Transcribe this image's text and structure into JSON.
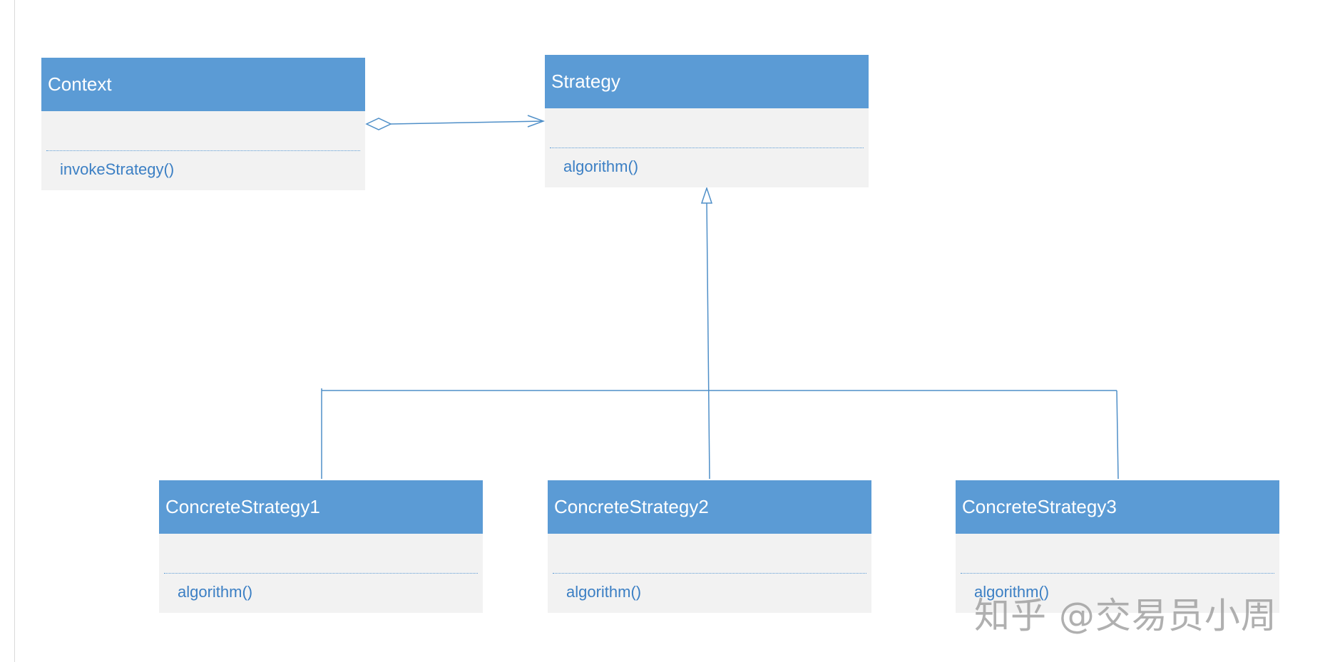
{
  "classes": {
    "context": {
      "name": "Context",
      "operation": "invokeStrategy()"
    },
    "strategy": {
      "name": "Strategy",
      "operation": "algorithm()"
    },
    "concrete1": {
      "name": "ConcreteStrategy1",
      "operation": "algorithm()"
    },
    "concrete2": {
      "name": "ConcreteStrategy2",
      "operation": "algorithm()"
    },
    "concrete3": {
      "name": "ConcreteStrategy3",
      "operation": "algorithm()"
    }
  },
  "relationships": [
    {
      "type": "aggregation",
      "from": "Context",
      "to": "Strategy"
    },
    {
      "type": "generalization",
      "from": "ConcreteStrategy1",
      "to": "Strategy"
    },
    {
      "type": "generalization",
      "from": "ConcreteStrategy2",
      "to": "Strategy"
    },
    {
      "type": "generalization",
      "from": "ConcreteStrategy3",
      "to": "Strategy"
    }
  ],
  "watermark": "知乎 @交易员小周",
  "colors": {
    "header_fill": "#5b9bd5",
    "body_fill": "#f2f2f2",
    "operation_text": "#3b7fc4",
    "connector": "#4f8fc8"
  }
}
